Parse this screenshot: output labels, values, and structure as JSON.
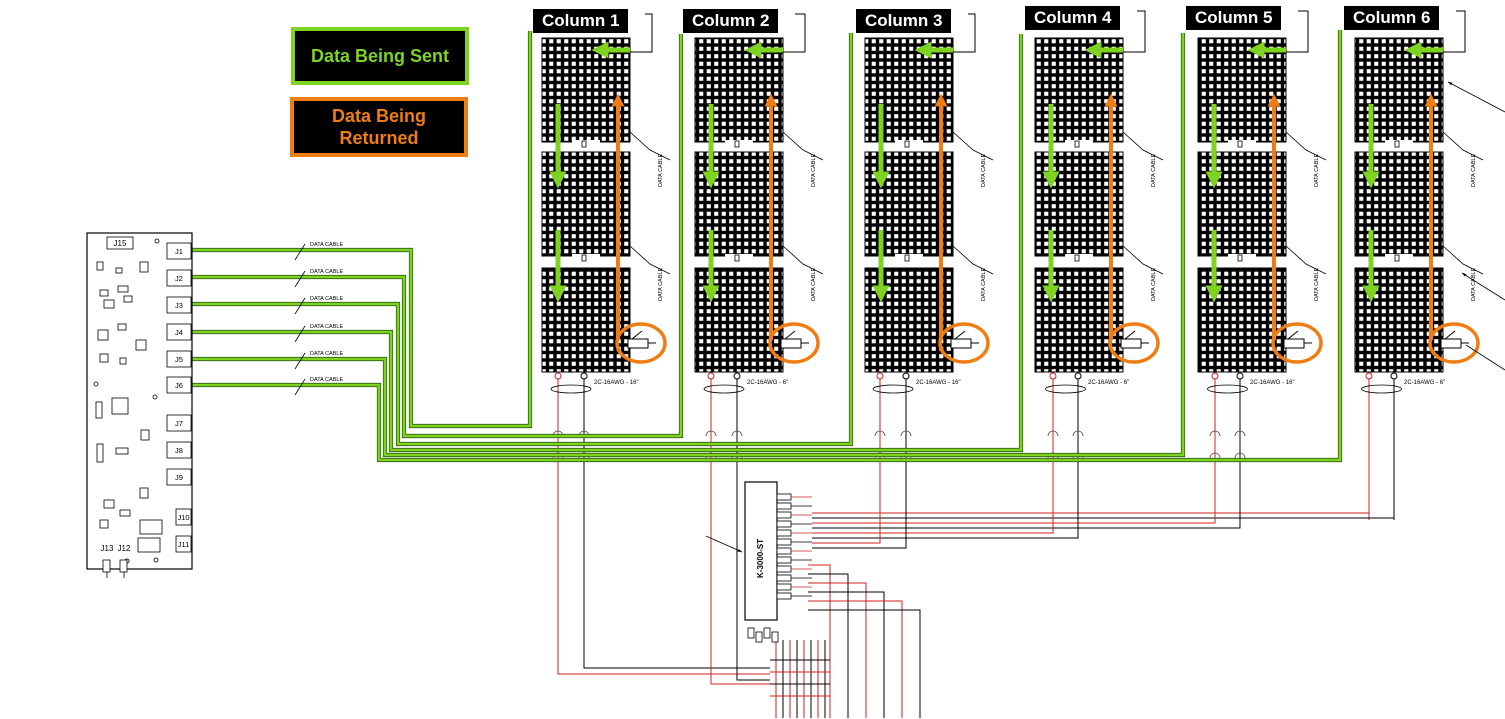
{
  "legend": {
    "sent": "Data Being Sent",
    "returned_line1": "Data Being",
    "returned_line2": "Returned"
  },
  "columns": [
    {
      "label": "Column 1",
      "power_label": "2C-16AWG - 16\""
    },
    {
      "label": "Column 2",
      "power_label": "2C-16AWG - 6\""
    },
    {
      "label": "Column 3",
      "power_label": "2C-16AWG - 16\""
    },
    {
      "label": "Column 4",
      "power_label": "2C-16AWG - 6\""
    },
    {
      "label": "Column 5",
      "power_label": "2C-16AWG - 16\""
    },
    {
      "label": "Column 6",
      "power_label": "2C-16AWG - 6\""
    }
  ],
  "controller": {
    "label": "J15",
    "ports": [
      "J1",
      "J2",
      "J3",
      "J4",
      "J5",
      "J6",
      "J7",
      "J8",
      "J9",
      "J10",
      "J11"
    ],
    "bottom_labels": [
      "J13",
      "J12"
    ]
  },
  "cable_label": "DATA CABLE",
  "power_supply": {
    "label": "K-3000-ST"
  },
  "colors": {
    "sent": "#7ed321",
    "returned": "#f07c14",
    "power_positive": "#d22020",
    "wire": "#000000"
  }
}
